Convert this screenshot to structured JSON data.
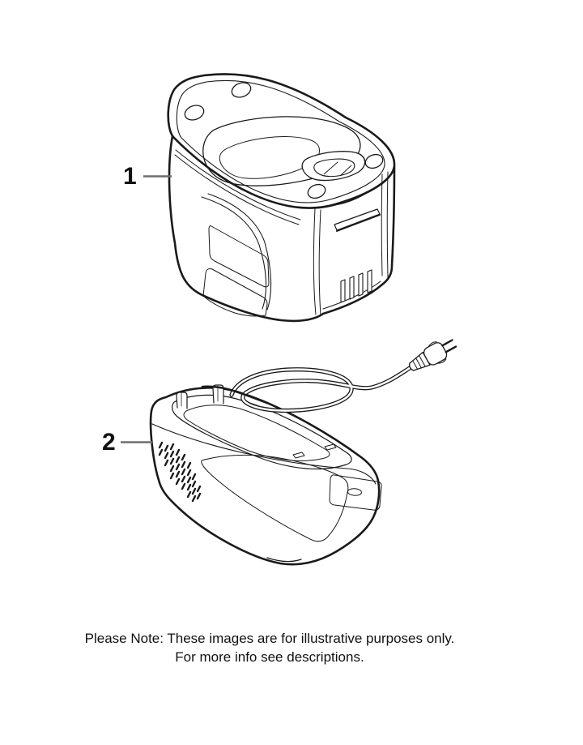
{
  "parts": [
    {
      "label": "1",
      "illustration": "battery-pack"
    },
    {
      "label": "2",
      "illustration": "battery-charger-with-power-cord"
    }
  ],
  "note": {
    "line1": "Please Note: These images are for illustrative purposes only.",
    "line2": "For more info see descriptions."
  },
  "colors": {
    "background": "#ffffff",
    "line_art": "#1a1a1a",
    "leader_line": "#6e6e6e",
    "text": "#111111"
  }
}
